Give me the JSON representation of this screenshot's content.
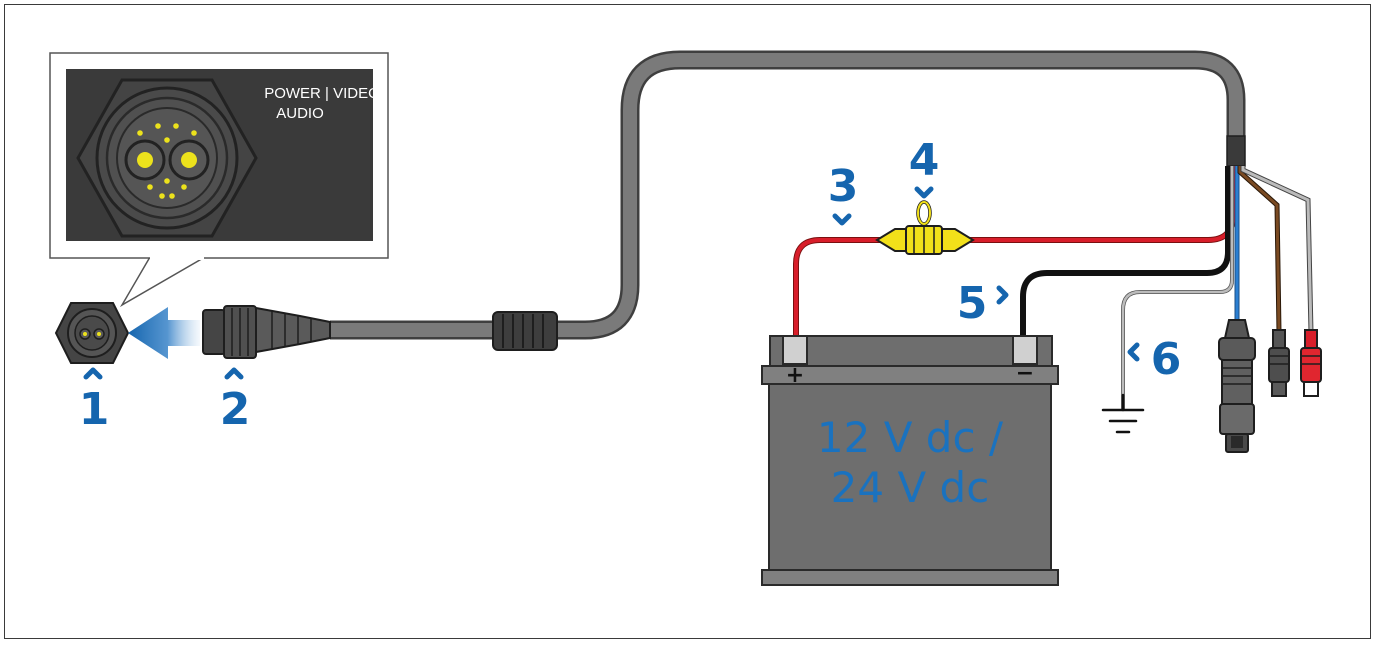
{
  "connector_panel": {
    "line1": "POWER | VIDEO",
    "line2": "AUDIO"
  },
  "callouts": [
    "1",
    "2",
    "3",
    "4",
    "5",
    "6"
  ],
  "battery": {
    "line1": "12 V dc /",
    "line2": "24 V dc",
    "positive_symbol": "+",
    "negative_symbol": "−"
  },
  "colors": {
    "callout_blue": "#1565ae",
    "battery_text": "#1a72bf",
    "cable_grey": "#6b6b6b",
    "red_wire": "#d81e2a",
    "black_wire": "#111111",
    "fuse_yellow": "#f2e01a",
    "blue_wire": "#2b7fd1",
    "brown_wire": "#7a4a22",
    "battery_body": "#6e6e6e"
  },
  "icons": [
    "camera-connector-icon",
    "cable-plug-icon",
    "inline-fuse-icon",
    "ground-symbol-icon",
    "bnc-connector-icon",
    "rca-connector-icon",
    "rca-red-connector-icon"
  ]
}
